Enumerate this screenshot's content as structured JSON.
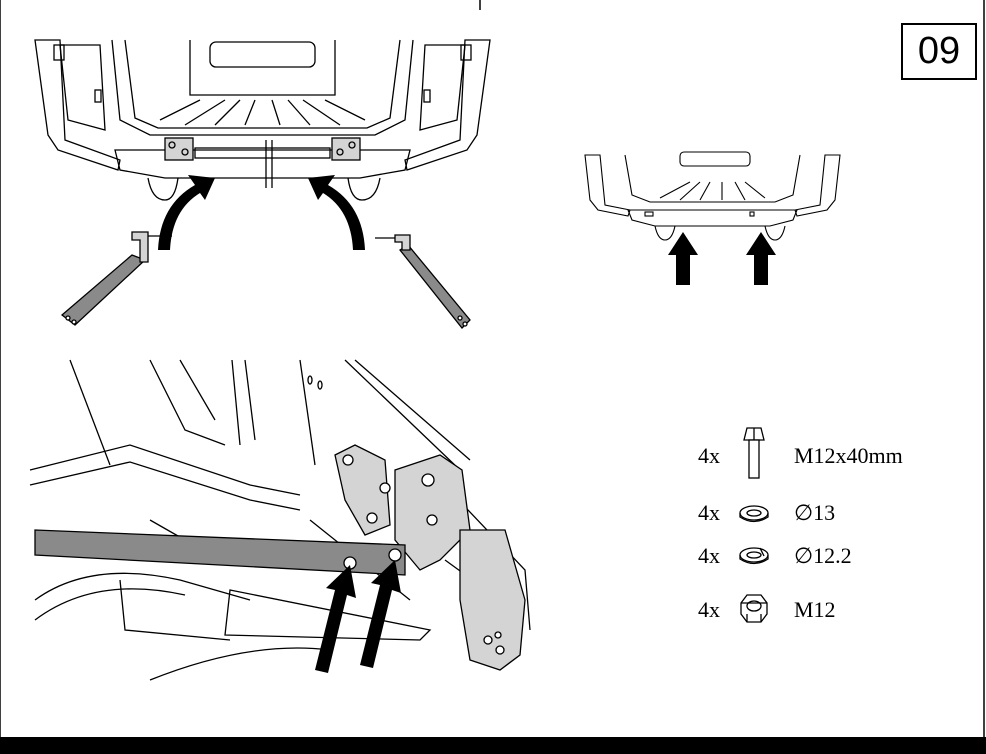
{
  "step": {
    "number": "09"
  },
  "hardware": [
    {
      "qty": "4x",
      "icon": "bolt-icon",
      "spec": "M12x40mm"
    },
    {
      "qty": "4x",
      "icon": "flat-washer-icon",
      "spec": "∅13"
    },
    {
      "qty": "4x",
      "icon": "spring-washer-icon",
      "spec": "∅12.2"
    },
    {
      "qty": "4x",
      "icon": "hex-nut-icon",
      "spec": "M12"
    }
  ],
  "colors": {
    "ink": "#000000",
    "part_fill": "#8a8a8a",
    "light_fill": "#d4d4d4",
    "paper": "#ffffff"
  }
}
